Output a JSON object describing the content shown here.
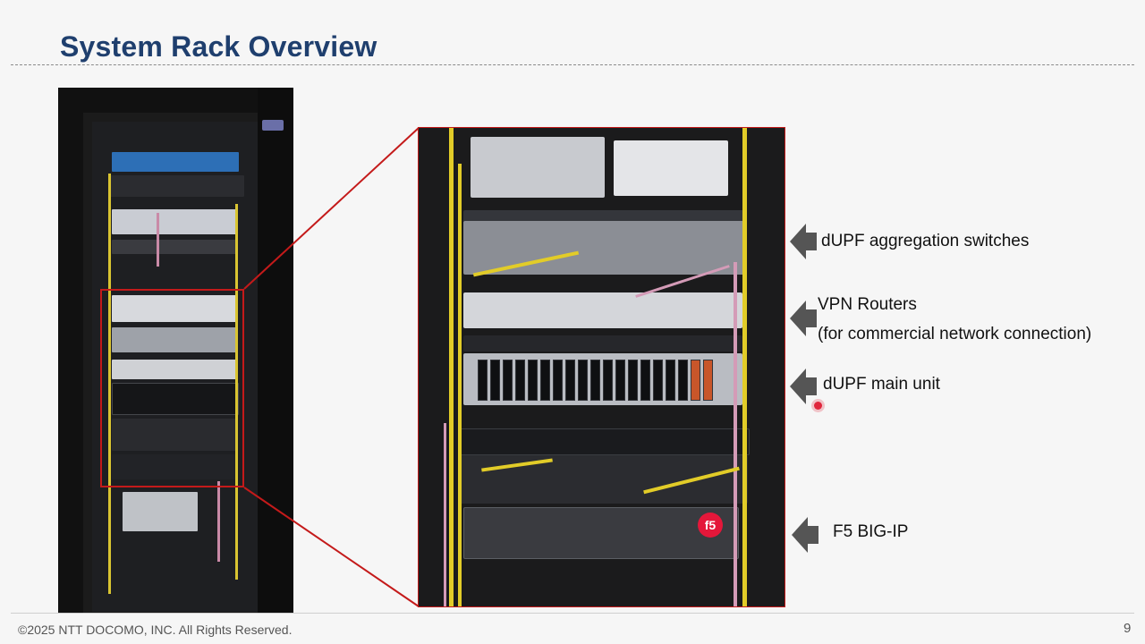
{
  "slide": {
    "title": "System Rack Overview",
    "page_number": "9",
    "copyright": "©2025 NTT DOCOMO, INC. All Rights Reserved."
  },
  "callouts": [
    {
      "lines": [
        "dUPF aggregation switches"
      ]
    },
    {
      "lines": [
        "VPN Routers",
        "(for commercial network connection)"
      ]
    },
    {
      "lines": [
        "dUPF main unit"
      ]
    },
    {
      "lines": [
        "F5 BIG-IP"
      ]
    }
  ],
  "images": {
    "left_photo_icon": "server-rack-photo",
    "right_photo_icon": "server-rack-closeup-photo",
    "f5_logo_text": "f5",
    "highlight_color": "#c41a1a"
  },
  "colors": {
    "title": "#1f3f6e",
    "arrow": "#555555",
    "cursor": "#e0263c"
  }
}
